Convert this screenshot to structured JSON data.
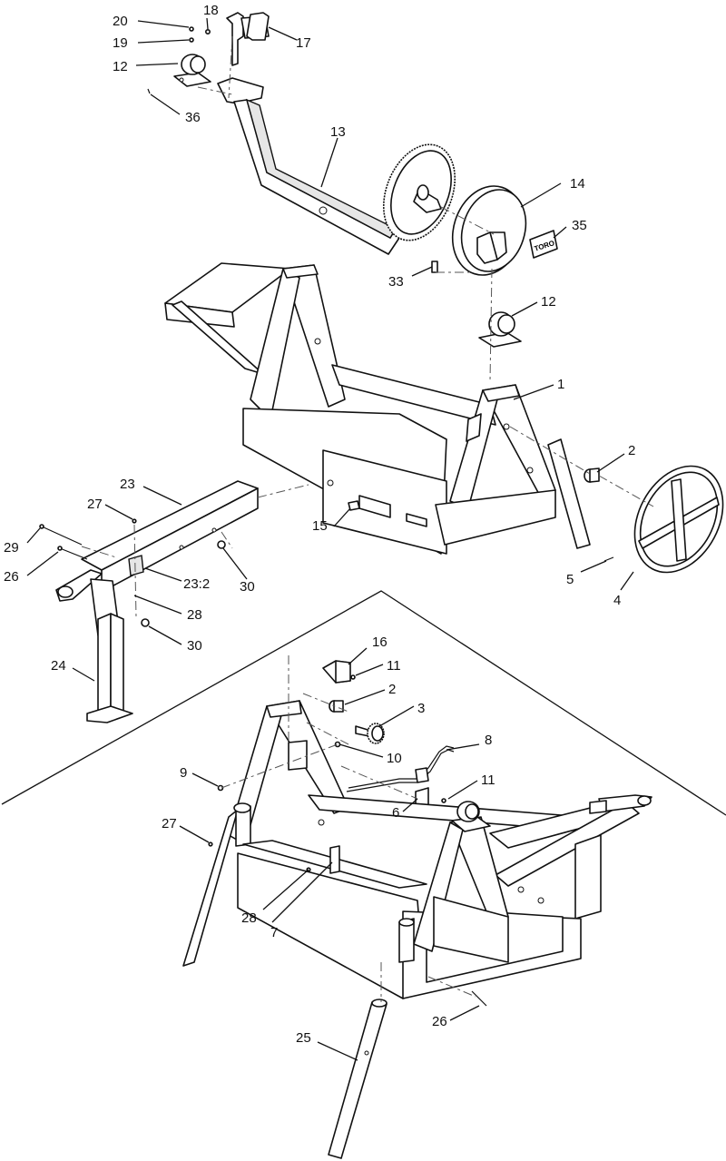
{
  "callouts": {
    "c20": "20",
    "c18": "18",
    "c19": "19",
    "c17": "17",
    "c12a": "12",
    "c36": "36",
    "c13": "13",
    "c14": "14",
    "c35": "35",
    "c33": "33",
    "c12b": "12",
    "c1": "1",
    "c2a": "2",
    "c23": "23",
    "c27a": "27",
    "c15": "15",
    "c29": "29",
    "c26a": "26",
    "c30a": "30",
    "c23_2": "23:2",
    "c5": "5",
    "c4": "4",
    "c28a": "28",
    "c30b": "30",
    "c24": "24",
    "c16": "16",
    "c11a": "11",
    "c2b": "2",
    "c3": "3",
    "c8": "8",
    "c9": "9",
    "c10": "10",
    "c11b": "11",
    "c6": "6",
    "c27b": "27",
    "c28b": "28",
    "c7": "7",
    "c26b": "26",
    "c25": "25"
  },
  "decal_text": "TORO"
}
